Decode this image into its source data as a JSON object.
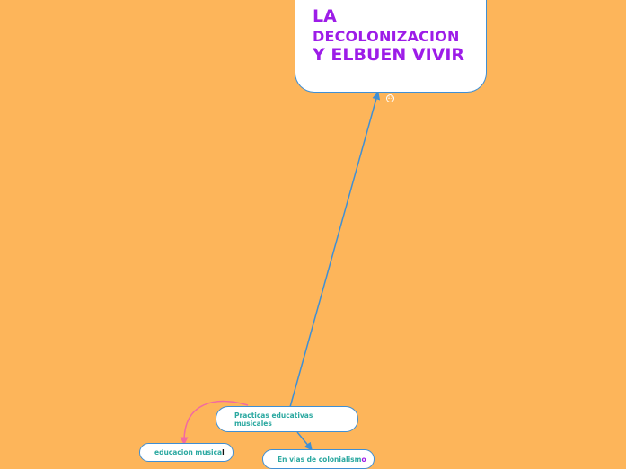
{
  "canvas": {
    "background": "#fdb55a"
  },
  "central_topic": {
    "line1": "LA",
    "line2": "DECOLONIZACION",
    "line3": "Y ELBUEN VIVIR",
    "color": "#9d1ce8"
  },
  "collapse_toggle": {
    "label": "13"
  },
  "topics": {
    "practicas": {
      "label": "Practicas educativas musicales"
    },
    "educacion": {
      "label_main": "educacion musica",
      "label_tail": "l"
    },
    "colonialismo": {
      "label_main": "En vias de colonialism",
      "label_tail": "o"
    }
  },
  "colors": {
    "node_border": "#3f8fd4",
    "node_text": "#2aa8a0",
    "connector_blue": "#3f8fd4",
    "connector_pink": "#f26aa0"
  }
}
